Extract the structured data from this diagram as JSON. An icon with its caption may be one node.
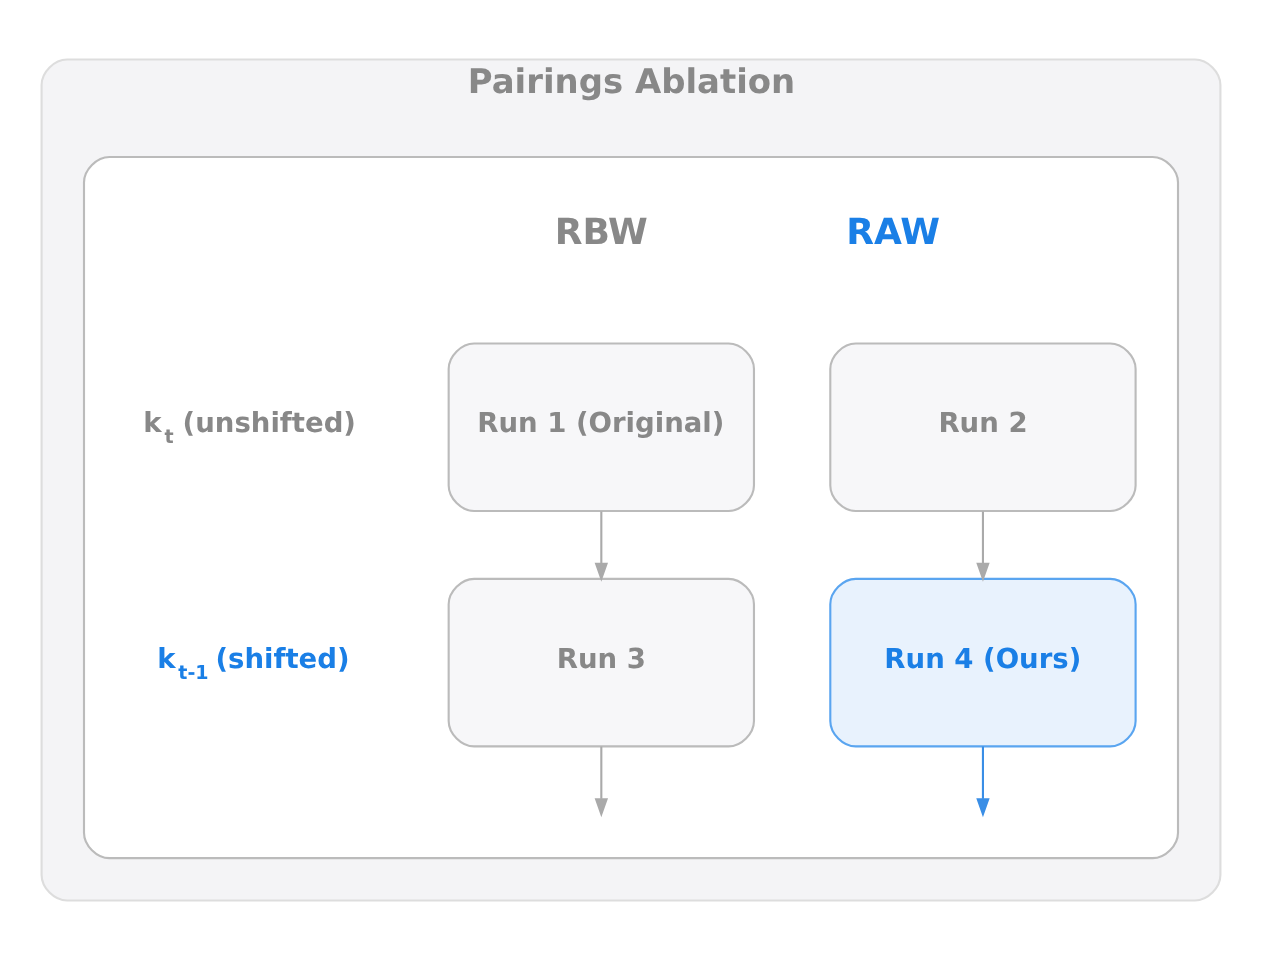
{
  "diagram": {
    "nodes": [
      {
        "text": [
          "Pairings Ablation"
        ]
      },
      {
        "text": [],
        "shape": "box",
        "in": 0
      },
      {
        "text": [
          "Run 1 (Original)"
        ],
        "in": 1
      },
      {
        "text": [
          "Run 2"
        ],
        "in": 1
      },
      {
        "text": [
          "Run 3"
        ],
        "in": 1
      },
      {
        "text": [
          "Run 4 (Ours)"
        ],
        "in": 1
      }
    ],
    "edges": [
      {
        "from": 2,
        "to": 4,
        "arrow": "to"
      },
      {
        "from": 3,
        "to": 5,
        "arrow": "to"
      },
      {
        "from": 4,
        "to": null,
        "arrow": "to"
      },
      {
        "from": 5,
        "to": null,
        "arrow": "to",
        "color": "#3a8ee6"
      }
    ],
    "labels": [
      "RBW",
      "RAW",
      "**k**$_{t}$ (unshifted)",
      "**k**$_{t-1}$ (shifted)"
    ]
  }
}
